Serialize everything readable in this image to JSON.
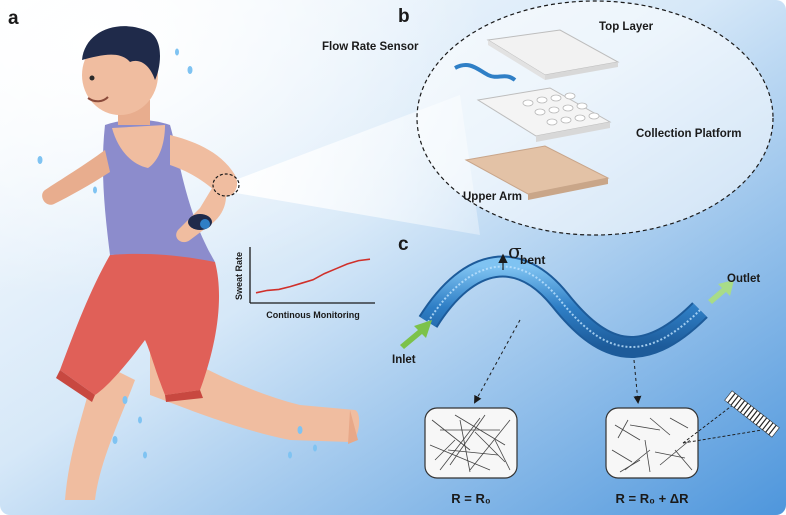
{
  "panels": {
    "a": "a",
    "b": "b",
    "c": "c"
  },
  "layers": {
    "flow_rate_sensor": "Flow Rate Sensor",
    "top_layer": "Top Layer",
    "collection_platform": "Collection Platform",
    "upper_arm": "Upper Arm"
  },
  "tube": {
    "inlet": "Inlet",
    "outlet": "Outlet",
    "sigma": "σ",
    "sigma_sub": "bent"
  },
  "equations": {
    "left": "R = R₀",
    "right": "R = R₀ + ΔR"
  },
  "chart_data": {
    "type": "line",
    "xlabel": "Continous Monitoring",
    "ylabel": "Sweat Rate",
    "x": [
      0,
      1,
      2,
      3,
      4,
      5,
      6,
      7,
      8,
      9,
      10
    ],
    "values": [
      0.15,
      0.2,
      0.22,
      0.28,
      0.35,
      0.42,
      0.55,
      0.65,
      0.75,
      0.82,
      0.85
    ],
    "ylim": [
      0,
      1
    ],
    "grid": false
  },
  "colors": {
    "background_top": "#ffffff",
    "background_bottom": "#5aa0e0",
    "tube": "#2f7fc6",
    "arrow": "#7cc24a",
    "skin": "#f0bda0",
    "shirt": "#8c8ccc",
    "shorts": "#e06058",
    "chart_line": "#d0302a"
  }
}
